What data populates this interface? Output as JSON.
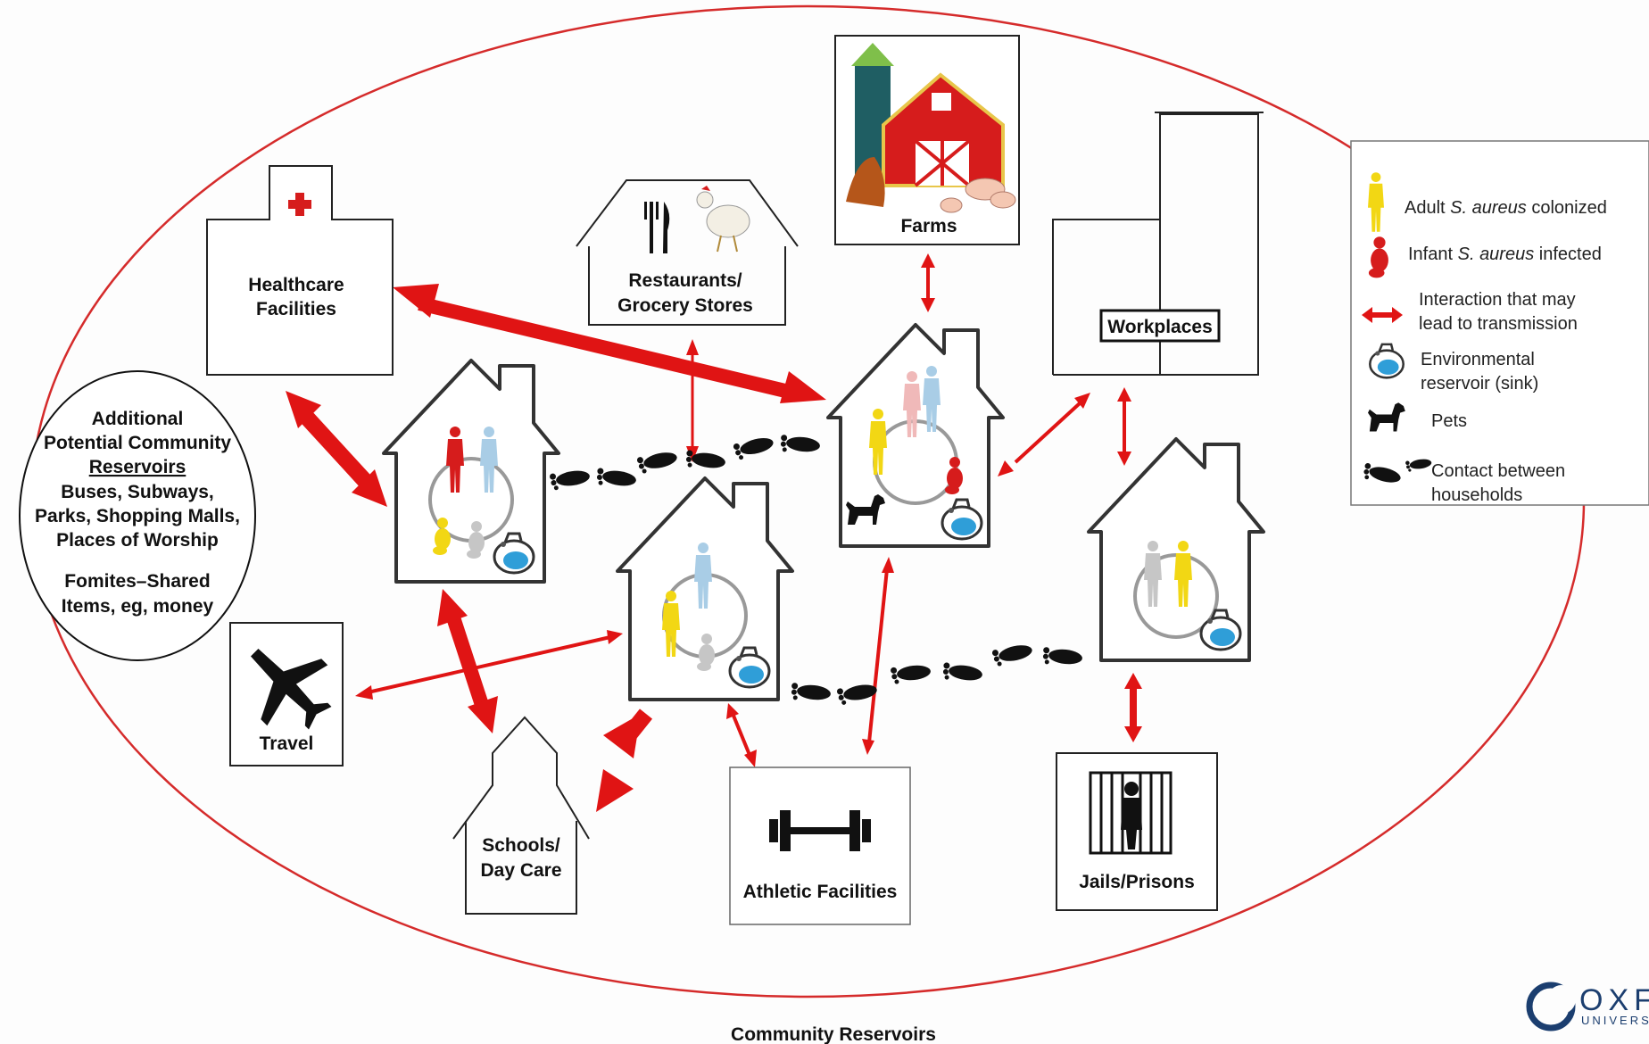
{
  "figure_title": "Community Reservoirs",
  "colors": {
    "boundary": "#d52b2b",
    "arrow": "#e01414",
    "adult_colonized": "#f2d714",
    "infant_infected": "#d61c1c",
    "person_blue": "#a9cde6",
    "person_pink": "#f0b9b9",
    "person_gray": "#c6c6c6",
    "house_outline": "#333333",
    "logo": "#1b3e6f"
  },
  "sites": {
    "healthcare": [
      "Healthcare",
      "Facilities"
    ],
    "restaurants": [
      "Restaurants/",
      "Grocery Stores"
    ],
    "farms": "Farms",
    "workplaces": "Workplaces",
    "travel": "Travel",
    "schools": [
      "Schools/",
      "Day Care"
    ],
    "athletic": "Athletic Facilities",
    "jails": "Jails/Prisons"
  },
  "reservoir_oval": {
    "heading": [
      "Additional",
      "Potential Community"
    ],
    "heading_underlined": "Reservoirs",
    "examples": [
      "Buses, Subways,",
      "Parks, Shopping Malls,",
      "Places of Worship"
    ],
    "fomites": [
      "Fomites–Shared",
      "Items, eg, money"
    ]
  },
  "legend": {
    "adult_pre": "Adult ",
    "adult_species": "S. aureus",
    "adult_post": " colonized",
    "infant_pre": "Infant ",
    "infant_species": "S. aureus",
    "infant_post": " infected",
    "interaction": [
      "Interaction that may",
      "lead to transmission"
    ],
    "environmental": [
      "Environmental",
      "reservoir (sink)"
    ],
    "pets": "Pets",
    "contact": [
      "Contact between",
      "households"
    ]
  },
  "icons": [
    "red-cross-icon",
    "fork-knife-icon",
    "chicken-icon",
    "barn-icon",
    "silo-icon",
    "pig-icon",
    "airplane-icon",
    "barbell-icon",
    "jail-bars-icon",
    "dog-icon",
    "sink-icon",
    "footprint-icon",
    "oxford-logo-icon"
  ],
  "publisher_logo": {
    "word_top": "OXF",
    "word_bottom": "UNIVERS"
  }
}
